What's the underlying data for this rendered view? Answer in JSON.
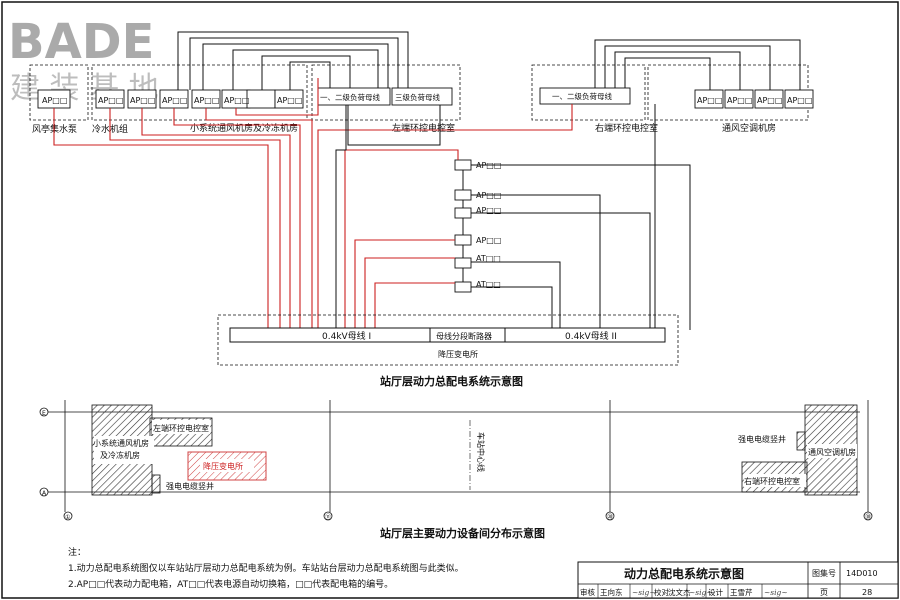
{
  "watermark": {
    "brand": "BADE",
    "subtitle": "建 装 基 地"
  },
  "top": {
    "rooms": [
      "风亭集水泵",
      "冷水机组",
      "小系统通风机房及冷冻机房",
      "左端环控电控室",
      "右端环控电控室",
      "通风空调机房"
    ],
    "ap_left_first": "AP□□",
    "ap_left_group": [
      "AP□□",
      "AP□□",
      "AP□□",
      "AP□□",
      "AP□□",
      "AP□□"
    ],
    "left_bus_12": "一、二级负荷母线",
    "left_bus_3": "三级负荷母线",
    "right_bus_12": "一、二级负荷母线",
    "ap_right_group": [
      "AP□□",
      "AP□□",
      "AP□□",
      "AP□□"
    ],
    "middle_panels": [
      "AP□□",
      "AP□□",
      "AP□□",
      "AP□□",
      "AT□□",
      "AT□□"
    ],
    "substation": {
      "bus1": "0.4kV母线  I",
      "tie": "母线分段断路器",
      "bus2": "0.4kV母线  II",
      "name": "降压变电所"
    },
    "caption": "站厅层动力总配电系统示意图"
  },
  "floor": {
    "axis_top": "E",
    "axis_bottom": "A",
    "col_labels": [
      "①",
      "⑪",
      "⑳",
      "㉚"
    ],
    "centerline": "车站中心线",
    "left_room": "小系统通风机房及冷冻机房",
    "left_ctrl": "左端环控电控室",
    "substation": "降压变电所",
    "left_shaft": "强电电缆竖井",
    "right_shaft": "强电电缆竖井",
    "right_room": "通风空调机房",
    "right_ctrl": "右端环控电控室",
    "caption": "站厅层主要动力设备间分布示意图"
  },
  "notes": {
    "title": "注：",
    "items": [
      "1.动力总配电系统图仅以车站站厅层动力总配电系统为例。车站站台层动力总配电系统图与此类似。",
      "2.AP□□代表动力配电箱，AT□□代表电源自动切换箱，□□代表配电箱的编号。"
    ]
  },
  "title_block": {
    "title": "动力总配电系统示意图",
    "atlas_label": "图集号",
    "atlas_no": "14D010",
    "row": [
      "审核",
      "王向东",
      "校对",
      "沈文杰",
      "设计",
      "王雪芹",
      "页"
    ],
    "page": "28"
  },
  "colors": {
    "red": "#cc1f1f",
    "line": "#111111",
    "hatch_red": "#d04545",
    "hatch_dark": "#333333"
  }
}
